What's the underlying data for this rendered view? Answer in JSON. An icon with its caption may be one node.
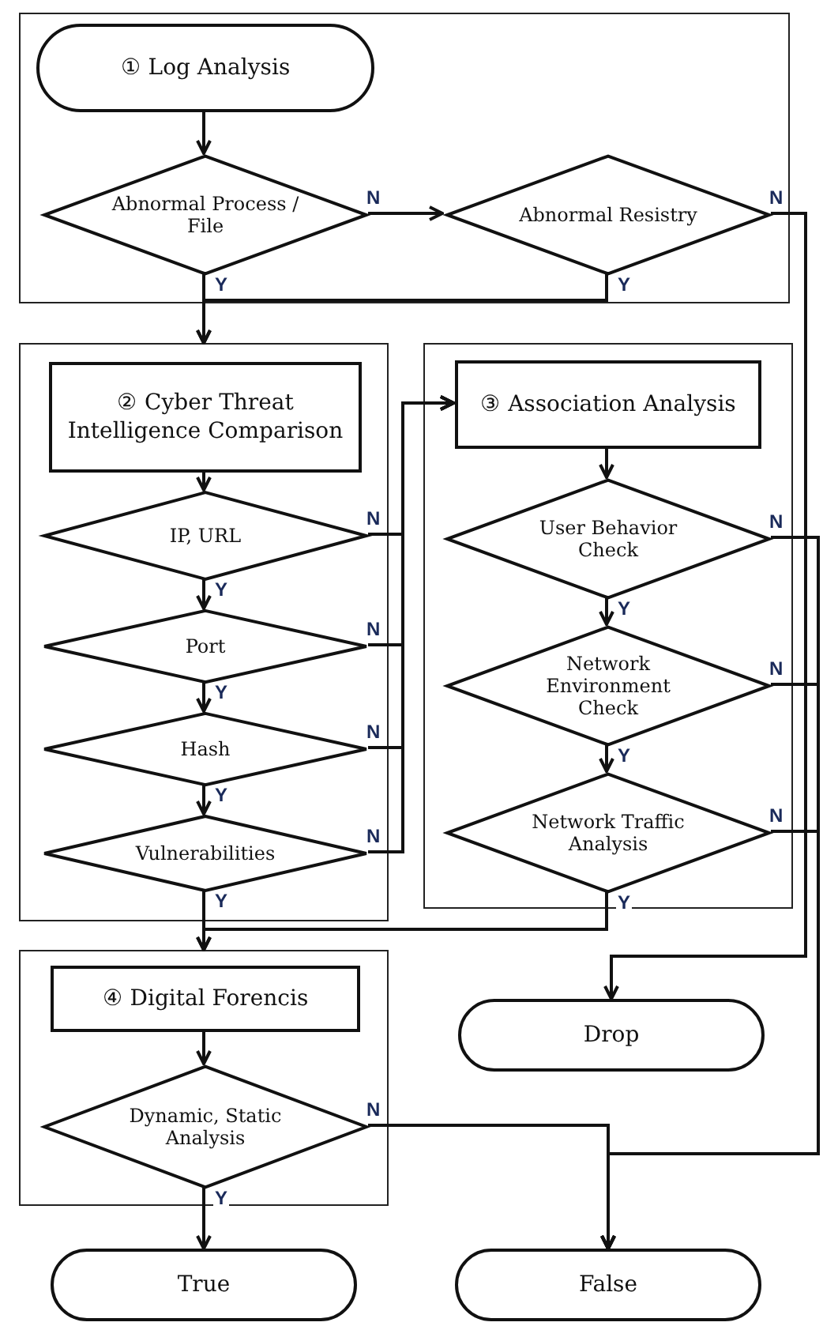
{
  "diagram": {
    "nodes": [
      {
        "text": [],
        "shape": "box"
      },
      {
        "text": [
          "① Log Analysis"
        ],
        "in": 0
      },
      {
        "text": [
          "Abnormal Process / File"
        ],
        "in": 0
      },
      {
        "text": [
          "Abnormal Resistry"
        ],
        "in": 0
      },
      {
        "text": [],
        "shape": "box"
      },
      {
        "text": [
          "② Cyber Threat Intelligence Comparison"
        ],
        "in": 4
      },
      {
        "text": [
          "IP, URL"
        ],
        "in": 4
      },
      {
        "text": [
          "Port"
        ],
        "in": 4
      },
      {
        "text": [
          "Hash"
        ],
        "in": 4
      },
      {
        "text": [
          "Vulnerabilities"
        ],
        "in": 4
      },
      {
        "text": [],
        "shape": "box"
      },
      {
        "text": [
          "③ Association Analysis"
        ],
        "in": 10
      },
      {
        "text": [
          "User Behavior Check"
        ],
        "in": 10
      },
      {
        "text": [
          "Network Environment Check"
        ],
        "in": 10
      },
      {
        "text": [
          "Network Traffic Analysis"
        ],
        "in": 10
      },
      {
        "text": [],
        "shape": "box"
      },
      {
        "text": [
          "④ Digital Forencis"
        ],
        "in": 15
      },
      {
        "text": [
          "Dynamic, Static Analysis"
        ],
        "in": 15
      },
      {
        "text": [
          "Drop"
        ]
      },
      {
        "text": [
          "True"
        ]
      },
      {
        "text": [
          "False"
        ]
      }
    ],
    "edges": [
      {
        "from": 1,
        "to": 2,
        "arrow": "to"
      },
      {
        "from": 2,
        "to": 3,
        "arrow": "to",
        "label": "N"
      },
      {
        "from": 2,
        "to": 4,
        "arrow": "to",
        "label": "Y"
      },
      {
        "from": 3,
        "to": 4,
        "arrow": "to",
        "label": "Y"
      },
      {
        "from": 3,
        "to": 18,
        "arrow": "to",
        "label": "N"
      },
      {
        "from": 5,
        "to": 6,
        "arrow": "to"
      },
      {
        "from": 6,
        "to": 7,
        "arrow": "to",
        "label": "Y"
      },
      {
        "from": 7,
        "to": 8,
        "arrow": "to",
        "label": "Y"
      },
      {
        "from": 8,
        "to": 9,
        "arrow": "to",
        "label": "Y"
      },
      {
        "from": 6,
        "to": 11,
        "arrow": "to",
        "label": "N"
      },
      {
        "from": 7,
        "to": 11,
        "arrow": "to",
        "label": "N"
      },
      {
        "from": 8,
        "to": 11,
        "arrow": "to",
        "label": "N"
      },
      {
        "from": 9,
        "to": 11,
        "arrow": "to",
        "label": "N"
      },
      {
        "from": 9,
        "to": 15,
        "arrow": "to",
        "label": "Y"
      },
      {
        "from": 11,
        "to": 12,
        "arrow": "to"
      },
      {
        "from": 12,
        "to": 13,
        "arrow": "to",
        "label": "Y"
      },
      {
        "from": 13,
        "to": 14,
        "arrow": "to",
        "label": "Y"
      },
      {
        "from": 12,
        "to": 20,
        "arrow": "to",
        "label": "N"
      },
      {
        "from": 13,
        "to": 20,
        "arrow": "to",
        "label": "N"
      },
      {
        "from": 14,
        "to": 20,
        "arrow": "to",
        "label": "N"
      },
      {
        "from": 14,
        "to": 15,
        "arrow": "to",
        "label": "Y"
      },
      {
        "from": 16,
        "to": 17,
        "arrow": "to"
      },
      {
        "from": 17,
        "to": 19,
        "arrow": "to",
        "label": "Y"
      },
      {
        "from": 17,
        "to": 20,
        "arrow": "to",
        "label": "N"
      }
    ]
  }
}
